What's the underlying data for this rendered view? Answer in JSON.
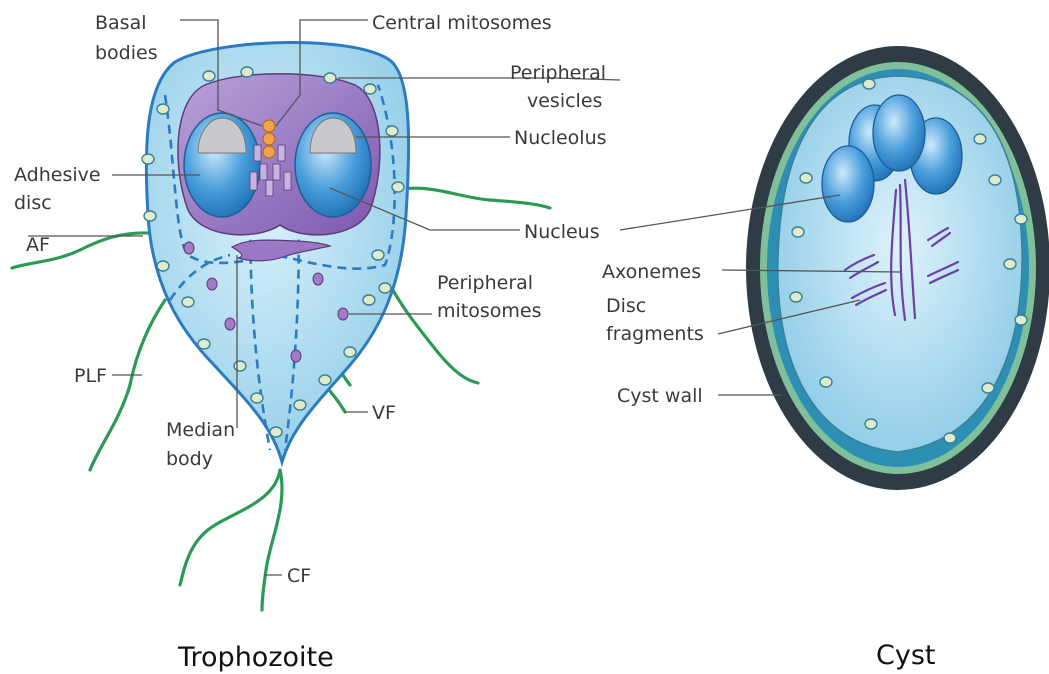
{
  "trophozoite": {
    "caption": "Trophozoite",
    "labels": {
      "basal_bodies_1": "Basal",
      "basal_bodies_2": "bodies",
      "central_mitosomes": "Central mitosomes",
      "peripheral_vesicles_1": "Peripheral",
      "peripheral_vesicles_2": "vesicles",
      "nucleolus": "Nucleolus",
      "adhesive_disc_1": "Adhesive",
      "adhesive_disc_2": "disc",
      "nucleus": "Nucleus",
      "af": "AF",
      "peripheral_mitosomes_1": "Peripheral",
      "peripheral_mitosomes_2": "mitosomes",
      "plf": "PLF",
      "median_body_1": "Median",
      "median_body_2": "body",
      "vf": "VF",
      "cf": "CF"
    }
  },
  "cyst": {
    "caption": "Cyst",
    "labels": {
      "axonemes": "Axonemes",
      "disc_fragments_1": "Disc",
      "disc_fragments_2": "fragments",
      "cyst_wall": "Cyst wall"
    }
  },
  "colors": {
    "cell_fill": "#a9d7ee",
    "cell_outline": "#2a7bc0",
    "disc": "#8f6bbd",
    "nucleus": "#2f86cc",
    "nucleolus": "#c7c9cc",
    "flagella": "#2a9a55",
    "cyst_wall": "#2f3b45",
    "cyst_inner_ring": "#7fbf9a",
    "basal_bodies": "#f2a24a"
  }
}
